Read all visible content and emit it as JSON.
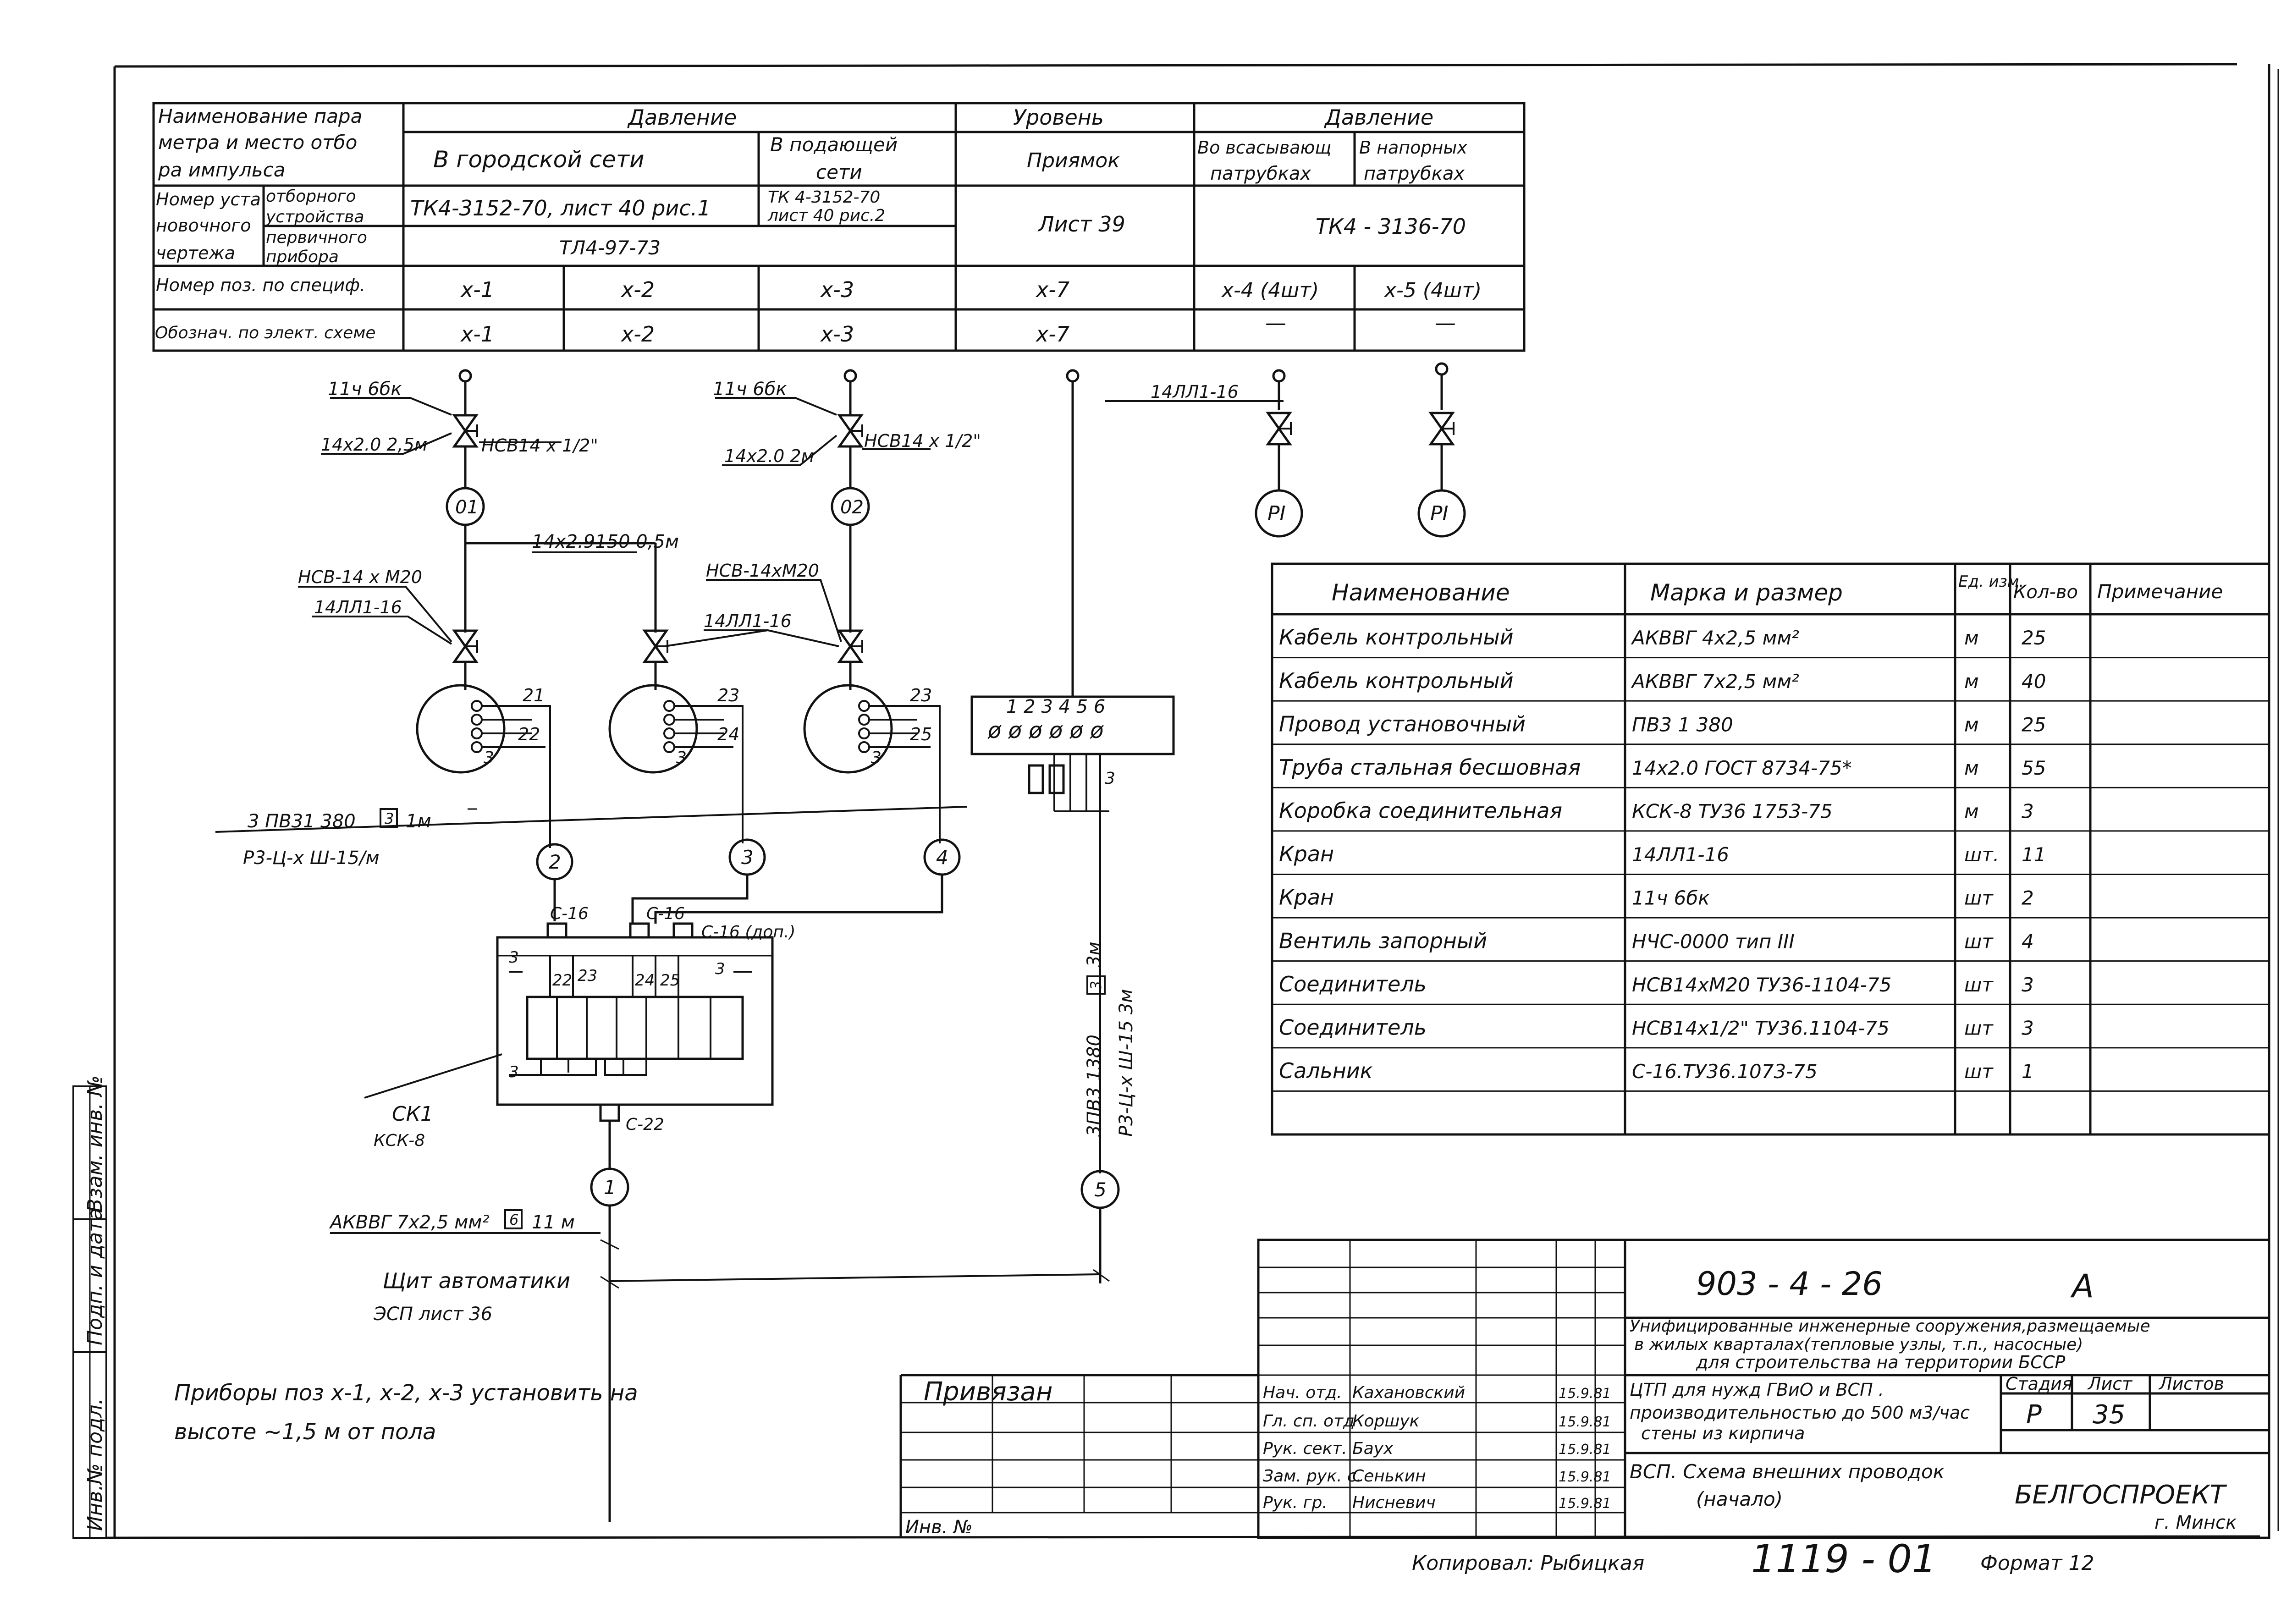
{
  "param_table": {
    "head_col1": [
      "Наименование пара",
      "метра и место отбо",
      "ра импульса"
    ],
    "head_pressure1": "Давление",
    "head_city": "В городской сети",
    "head_supply": [
      "В подающей",
      "сети"
    ],
    "head_level": "Уровень",
    "head_pit": "Приямок",
    "head_pressure2": "Давление",
    "head_suction": [
      "Во всасывающ",
      "патрубках"
    ],
    "head_discharge": [
      "В напорных",
      "патрубках"
    ],
    "row_install": [
      "Номер уста",
      "новочного",
      "чертежа"
    ],
    "row_install_sub1": [
      "отборного",
      "устройства"
    ],
    "row_install_sub2": [
      "первичного",
      "прибора"
    ],
    "install_city": "ТК4-3152-70, лист 40 рис.1",
    "install_supply": [
      "ТК 4-3152-70",
      "лист 40     рис.2"
    ],
    "install_level": "Лист 39",
    "install_pump": "ТК4 - 3136-70",
    "install_primary": "ТЛ4-97-73",
    "row_pos": "Номер поз. по специф.",
    "pos": [
      "х-1",
      "х-2",
      "х-3",
      "х-7",
      "х-4  (4шт)",
      "х-5  (4шт)"
    ],
    "row_sym": "Обознач. по элект. схеме",
    "sym": [
      "х-1",
      "х-2",
      "х-3",
      "х-7",
      "—",
      "—"
    ]
  },
  "scheme": {
    "valve_left": "11ч 6бк",
    "pipe_left": "14х2.0  2,5м",
    "conn_left": "НСВ14 х 1/2\"",
    "valve_mid": "11ч 6бк",
    "pipe_mid": "14х2.0 2м",
    "conn_mid": "НСВ14 х 1/2\"",
    "valve_right": "14ЛЛ1-16",
    "pipe_link": "14х2.9150  0,5м",
    "conn_a": "НСВ-14 х М20",
    "valve_a": "14ЛЛ1-16",
    "conn_b": "НСВ-14хМ20",
    "valve_b": "14ЛЛ1-16",
    "dev_01": "01",
    "dev_02": "02",
    "pi1": "PI",
    "pi2": "PI",
    "num21": "21",
    "num22": "22",
    "num23a": "23",
    "num24": "24",
    "num23b": "23",
    "num25": "25",
    "n3": "3",
    "cable_label1": "3 ПВ31 380",
    "box_3": "3",
    "per_m": "1м",
    "cable_label2": "Р3-Ц-х Ш-15/м",
    "node2": "2",
    "node3": "3",
    "node4": "4",
    "node1": "1",
    "node5": "5",
    "c16a": "С-16",
    "c16b": "С-16",
    "c16c": "С-16 (доп.)",
    "t22": "22",
    "t23": "23",
    "t24": "24",
    "t25": "25",
    "c22": "С-22",
    "ck1": "СК1",
    "kck8": "КСК-8",
    "terminal_nums": "1 2 3 4 5 6",
    "vert_label1": "3ПВ3 1380",
    "vert_label1_box": "3",
    "vert_label1_len": "3м",
    "vert_label2": "Р3-Ц-х Ш-15  3м",
    "cable_bottom": "АКВВГ 7х2,5 мм²",
    "cable_bottom_box": "6",
    "cable_bottom_len": "11 м",
    "panel": "Щит автоматики",
    "panel_ref": "ЭСП лист 36",
    "note": [
      "Приборы поз х-1, х-2, х-3  установить на",
      "высоте  ~1,5 м от   пола"
    ]
  },
  "spec": {
    "headers": [
      "Наименование",
      "Марка  и  размер",
      "Ед. изм.",
      "Кол-во",
      "Примечание"
    ],
    "rows": [
      [
        "Кабель  контрольный",
        "АКВВГ 4х2,5 мм²",
        "м",
        "25",
        ""
      ],
      [
        "Кабель  контрольный",
        "АКВВГ 7х2,5 мм²",
        "м",
        "40",
        ""
      ],
      [
        "Провод установочный",
        "ПВ3 1 380",
        "м",
        "25",
        ""
      ],
      [
        "Труба стальная бесшовная",
        "14х2.0  ГОСТ 8734-75*",
        "м",
        "55",
        ""
      ],
      [
        "Коробка соединительная",
        "КСК-8  ТУ36 1753-75",
        "м",
        "3",
        ""
      ],
      [
        "Кран",
        "14ЛЛ1-16",
        "шт.",
        "11",
        ""
      ],
      [
        "Кран",
        "11ч 6бк",
        "шт",
        "2",
        ""
      ],
      [
        "Вентиль  запорный",
        "НЧС-0000  тип III",
        "шт",
        "4",
        ""
      ],
      [
        "Соединитель",
        "НСВ14хМ20  ТУ36-1104-75",
        "шт",
        "3",
        ""
      ],
      [
        "Соединитель",
        "НСВ14х1/2\"  ТУ36.1104-75",
        "шт",
        "3",
        ""
      ],
      [
        "Сальник",
        "С-16.ТУ36.1073-75",
        "шт",
        "1",
        ""
      ],
      [
        "",
        "",
        "",
        "",
        ""
      ]
    ]
  },
  "stamp": {
    "code": "903 - 4 - 26",
    "letter": "А",
    "desc": [
      "Унифицированные инженерные сооружения,размещаемые",
      "в жилых кварталах(тепловые узлы, т.п., насосные)",
      "для строительства  на  территории  БССР"
    ],
    "title": [
      "ЦТП для нужд ГВиО и ВСП .",
      "производительностью до 500 м3/час",
      "стены из  кирпича"
    ],
    "sheet_title": [
      "ВСП. Схема внешних проводок",
      "(начало)"
    ],
    "stage_label": "Стадия",
    "sheet_label": "Лист",
    "sheets_label": "Листов",
    "stage": "Р",
    "sheet": "35",
    "org": "БЕЛГОСПРОЕКТ",
    "city": "г. Минск",
    "tied": "Привязан",
    "inv": "Инв. №",
    "roles": [
      [
        "Нач. отд.",
        "Кахановский",
        "15.9.81"
      ],
      [
        "Гл. сп. отд",
        "Коршук",
        "15.9.81"
      ],
      [
        "Рук. сект.",
        "Баух",
        "15.9.81"
      ],
      [
        "Зам. рук. с.",
        "Сенькин",
        "15.9.81"
      ],
      [
        "Рук. гр.",
        "Нисневич",
        "15.9.81"
      ]
    ],
    "copied": "Копировал:  Рыбицкая",
    "number": "1119 - 01",
    "format": "Формат 12"
  },
  "side": {
    "labels": [
      "Инв.№ подл.",
      "Подп. и дата",
      "Взам. инв. №"
    ]
  }
}
